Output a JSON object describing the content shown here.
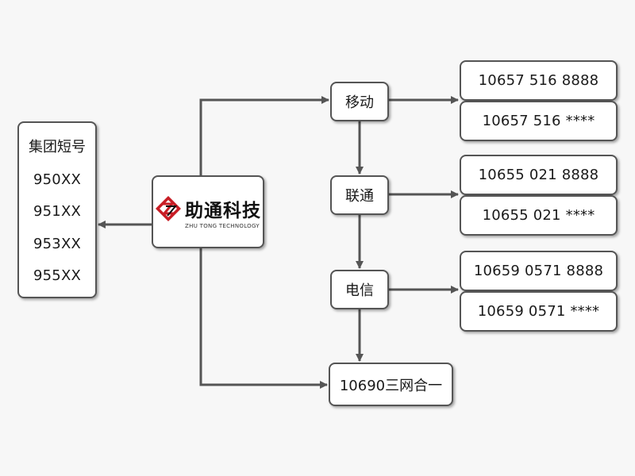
{
  "short_codes": {
    "title": "集团短号",
    "items": [
      "950XX",
      "951XX",
      "953XX",
      "955XX"
    ]
  },
  "logo": {
    "name": "助通科技",
    "subtitle": "ZHU TONG TECHNOLOGY",
    "icon": "zt-logo-icon"
  },
  "carriers": {
    "mobile": "移动",
    "unicom": "联通",
    "telecom": "电信",
    "combined": "10690三网合一"
  },
  "numbers": {
    "mobile": [
      "10657 516 8888",
      "10657 516 ****"
    ],
    "unicom": [
      "10655 021 8888",
      "10655 021 ****"
    ],
    "telecom": [
      "10659 0571 8888",
      "10659 0571 ****"
    ]
  },
  "colors": {
    "line": "#555555",
    "logo_red": "#c81d25",
    "logo_dark": "#111111"
  }
}
